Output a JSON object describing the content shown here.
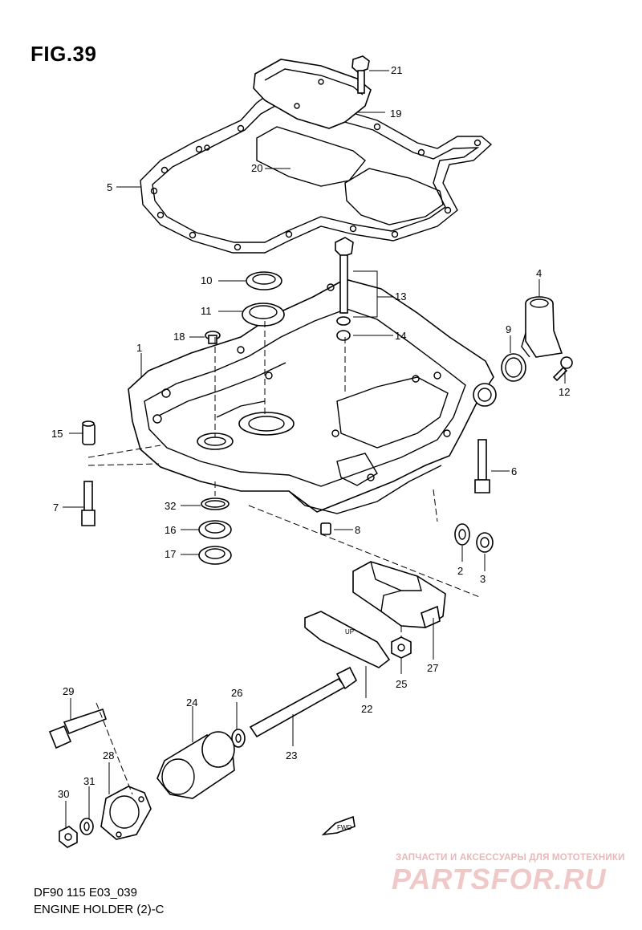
{
  "figure": {
    "title": "FIG.39",
    "model": "DF90 115 E03_039",
    "name": "ENGINE HOLDER (2)-C"
  },
  "direction_arrow": "FWD",
  "gasket_mark": "UP",
  "parts": [
    {
      "num": "1"
    },
    {
      "num": "2"
    },
    {
      "num": "3"
    },
    {
      "num": "4"
    },
    {
      "num": "5"
    },
    {
      "num": "6"
    },
    {
      "num": "7"
    },
    {
      "num": "8"
    },
    {
      "num": "9"
    },
    {
      "num": "10"
    },
    {
      "num": "11"
    },
    {
      "num": "12"
    },
    {
      "num": "13"
    },
    {
      "num": "14"
    },
    {
      "num": "15"
    },
    {
      "num": "16"
    },
    {
      "num": "17"
    },
    {
      "num": "18"
    },
    {
      "num": "19"
    },
    {
      "num": "20"
    },
    {
      "num": "21"
    },
    {
      "num": "22"
    },
    {
      "num": "23"
    },
    {
      "num": "24"
    },
    {
      "num": "25"
    },
    {
      "num": "26"
    },
    {
      "num": "27"
    },
    {
      "num": "28"
    },
    {
      "num": "29"
    },
    {
      "num": "30"
    },
    {
      "num": "31"
    },
    {
      "num": "32"
    }
  ],
  "watermark": {
    "caption": "ЗАПЧАСТИ И АКСЕССУАРЫ ДЛЯ МОТОТЕХНИКИ",
    "brand": "PARTSFOR.RU"
  }
}
